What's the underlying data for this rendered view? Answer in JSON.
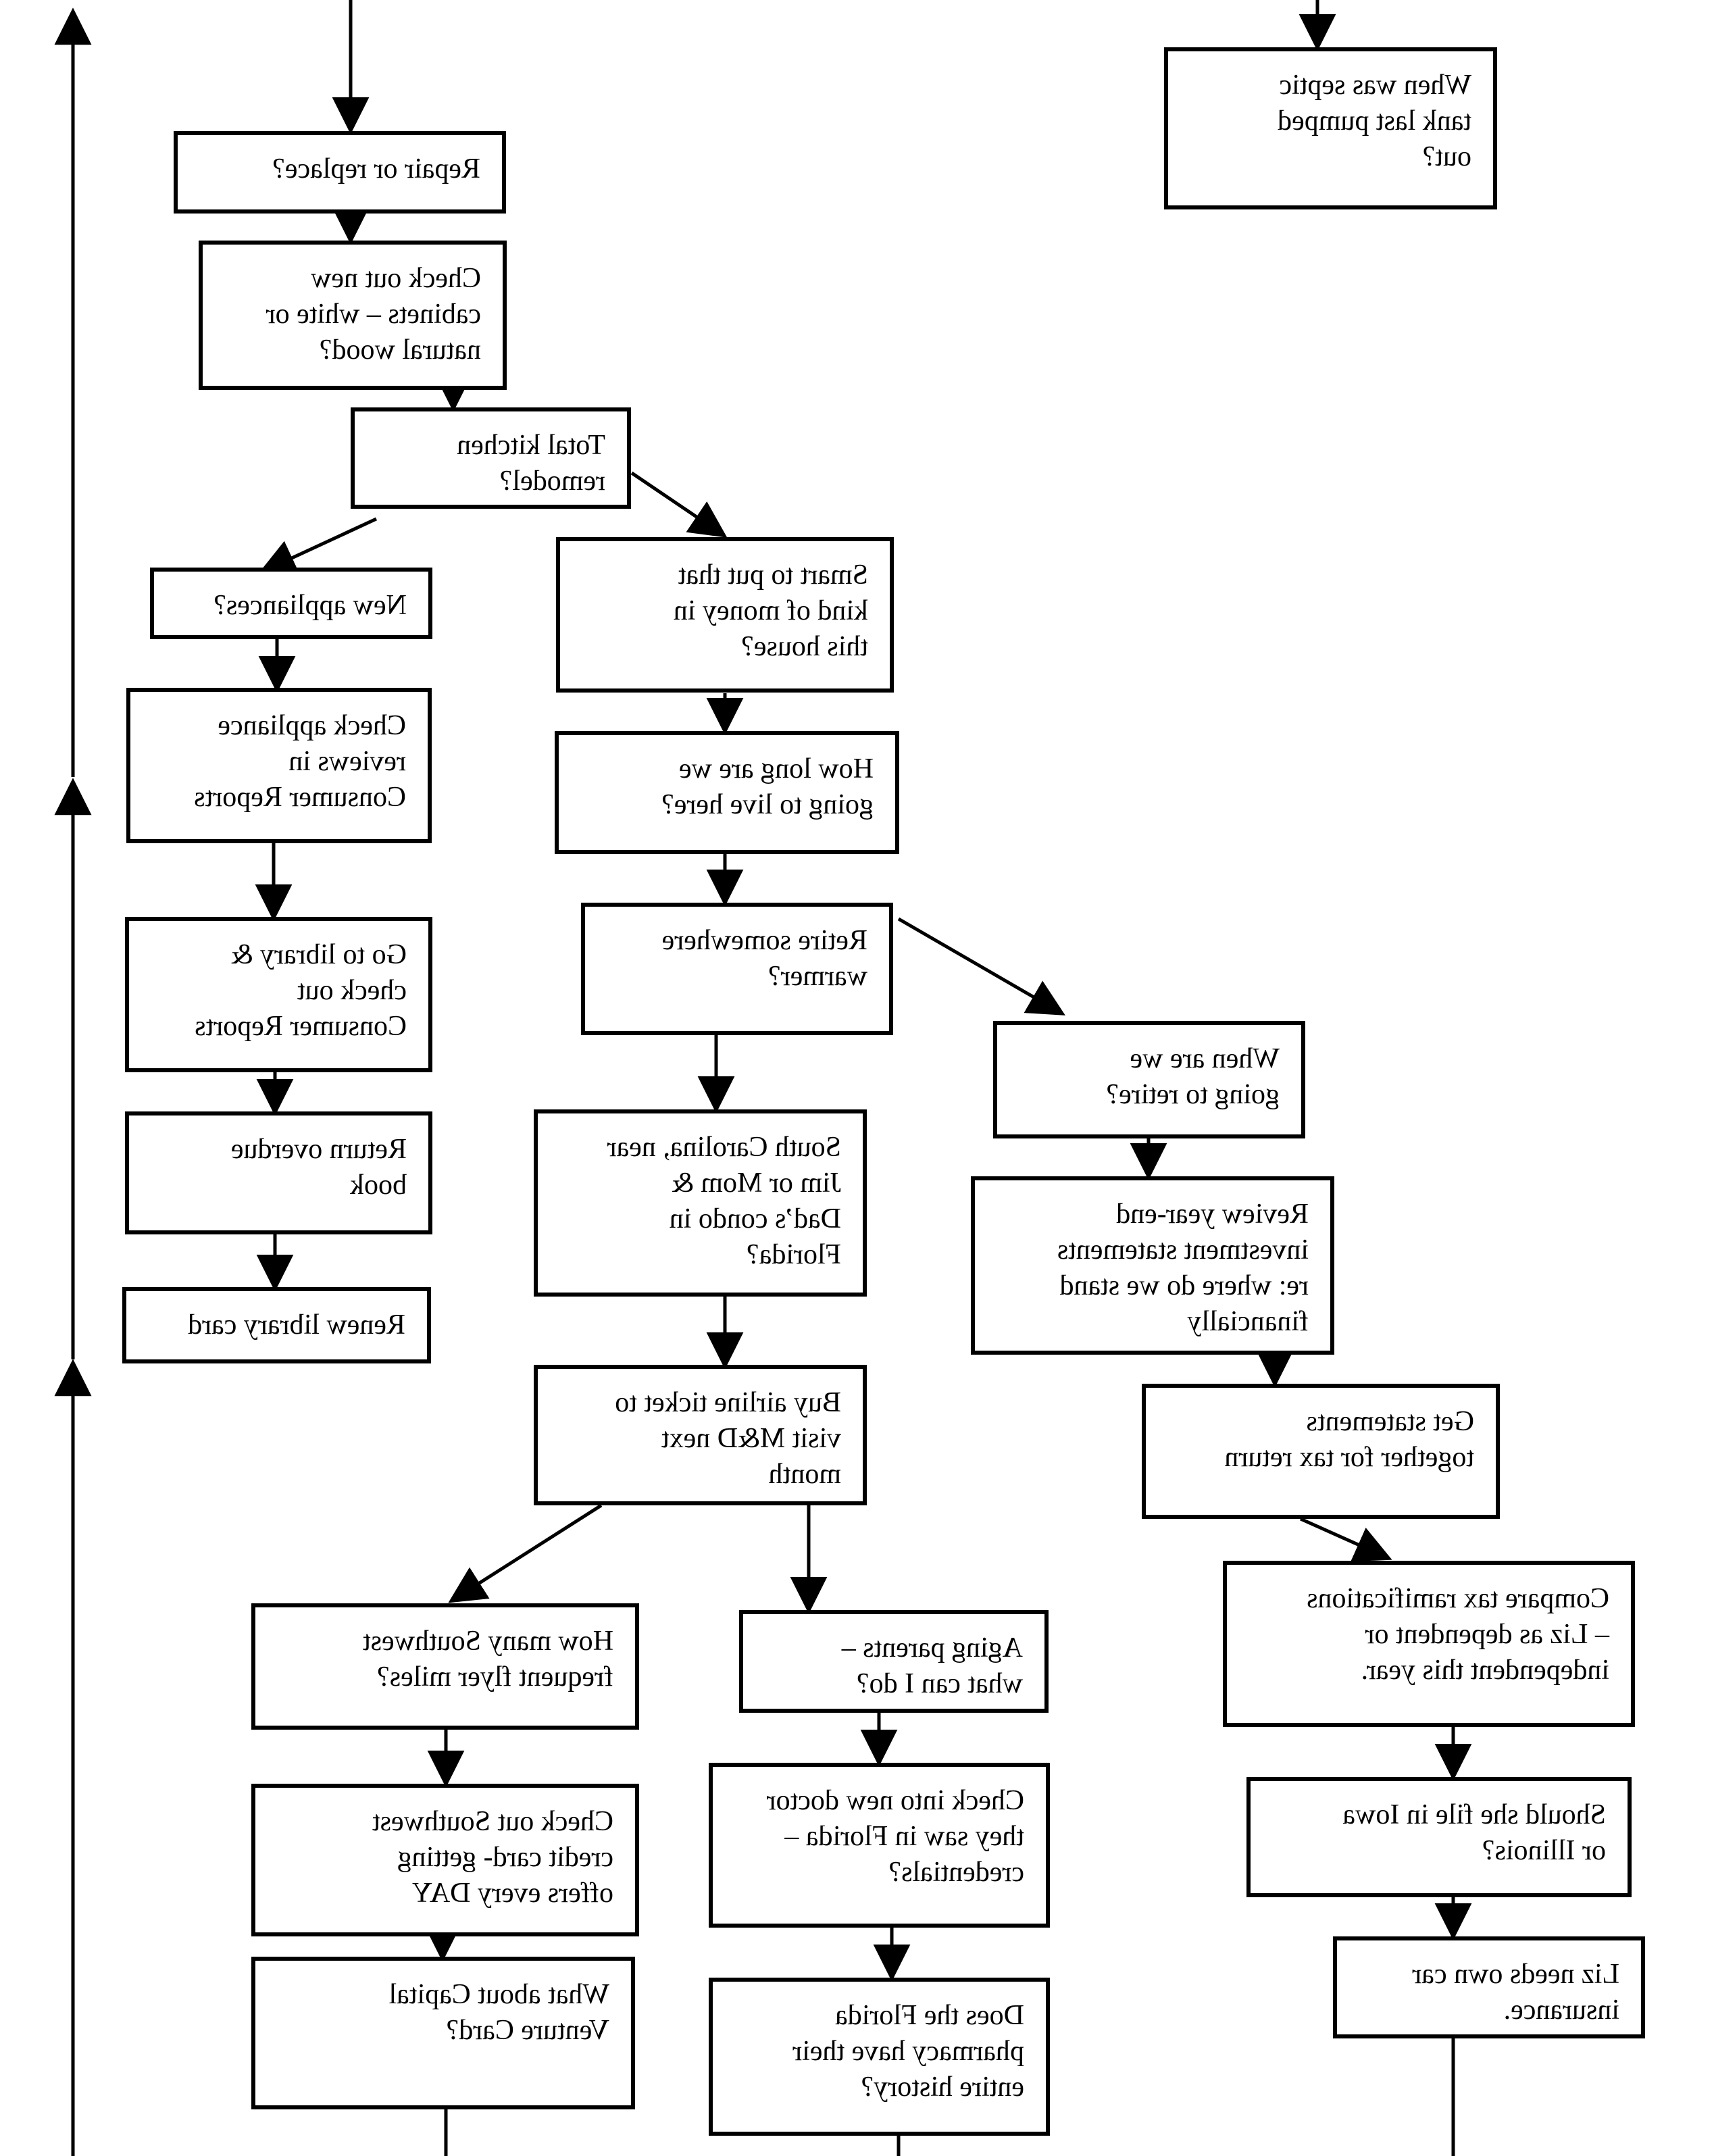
{
  "page": {
    "background_color": "#ffffff",
    "ink_color": "#000000",
    "note": "mirror-reversed scanned flowchart"
  },
  "nodes": {
    "septic": {
      "text": "When was septic\ntank last pumped\nout?"
    },
    "repair": {
      "text": "Repair or replace?"
    },
    "cabinets": {
      "text": "Check out new\ncabinets – white or\nnatural wood?"
    },
    "kitchen": {
      "text": "Total kitchen\nremodel?"
    },
    "newappl": {
      "text": "New appliances?"
    },
    "smart": {
      "text": "Smart to put that\nkind of money in\nthis house?"
    },
    "checkappl": {
      "text": "Check appliance\nreviews in\nConsumer Reports"
    },
    "howlong": {
      "text": "How long are we\ngoing to live here?"
    },
    "retire": {
      "text": "Retire somewhere\nwarmer?"
    },
    "whenretire": {
      "text": "When are we\ngoing to retire?"
    },
    "library": {
      "text": "Go to library &\ncheck out\nConsumer Reports"
    },
    "overdue": {
      "text": "Return overdue\nbook"
    },
    "renew": {
      "text": "Renew library card"
    },
    "southcar": {
      "text": "South Carolina, near\nJim or Mom &\nDad’s condo in\nFlorida?"
    },
    "review": {
      "text": "Review year-end\ninvestment statements\nre: where do we stand\nfinancially"
    },
    "buyticket": {
      "text": "Buy airline ticket to\nvisit M&D next\nmonth"
    },
    "getstat": {
      "text": "Get statements\ntogether for tax return"
    },
    "howmany": {
      "text": "How many Southwest\nfrequent flyer miles?"
    },
    "aging": {
      "text": "Aging parents –\nwhat can I do?"
    },
    "comparetax": {
      "text": "Compare tax ramifications\n– Liz as dependent or\nindependent this year."
    },
    "checksw": {
      "text": "Check out Southwest\ncredit card- getting\noffers every DAY"
    },
    "checkdoctor": {
      "text": "Check into new doctor\nthey saw in Florida –\ncredentials?"
    },
    "shouldfile": {
      "text": "Should she file in Iowa\nor Illinois?"
    },
    "whatcapital": {
      "text": "What about Capital\nVenture Card?"
    },
    "floridapharm": {
      "text": "Does the Florida\npharmacy have their\nentire history?"
    },
    "lizneeds": {
      "text": "Liz needs own car\ninsurance."
    }
  }
}
